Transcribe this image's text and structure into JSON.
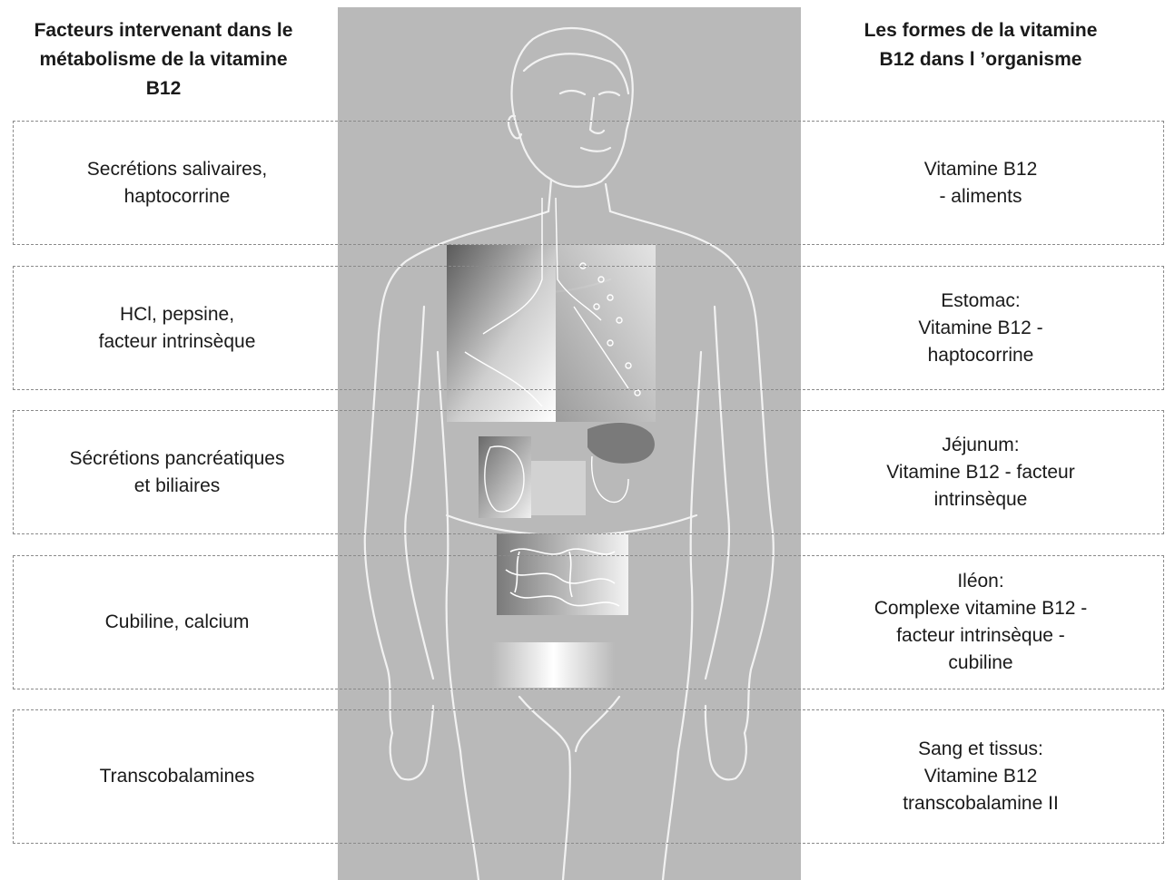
{
  "left_title": [
    "Facteurs intervenant dans le",
    "métabolisme de la vitamine",
    "B12"
  ],
  "right_title": [
    "Les formes de la vitamine",
    "B12 dans l ’organisme"
  ],
  "rows": [
    {
      "left": [
        "Secrétions  salivaires,",
        "haptocorrine"
      ],
      "right": [
        "Vitamine B12",
        "- aliments"
      ]
    },
    {
      "left": [
        "HCl, pepsine,",
        "facteur  intrinsèque"
      ],
      "right": [
        "Estomac:",
        "Vitamine B12 -",
        "haptocorrine"
      ]
    },
    {
      "left": [
        "Sécrétions pancréatiques",
        "et biliaires"
      ],
      "right": [
        "Jéjunum:",
        "Vitamine B12 - facteur",
        "intrinsèque"
      ]
    },
    {
      "left": [
        "Cubiline, calcium"
      ],
      "right": [
        "Iléon:",
        "Complexe vitamine B12 -",
        "facteur intrinsèque -",
        "cubiline"
      ]
    },
    {
      "left": [
        "Transcobalamines"
      ],
      "right": [
        "Sang et tissus:",
        "Vitamine B12",
        "transcobalamine II"
      ]
    }
  ],
  "colors": {
    "panel": "#b9b9b9",
    "outline": "#f2f2f2",
    "text": "#1a1a1a",
    "dash": "#8a8a8a"
  },
  "illustration": {
    "icon": "human-body-anatomy-icon"
  }
}
